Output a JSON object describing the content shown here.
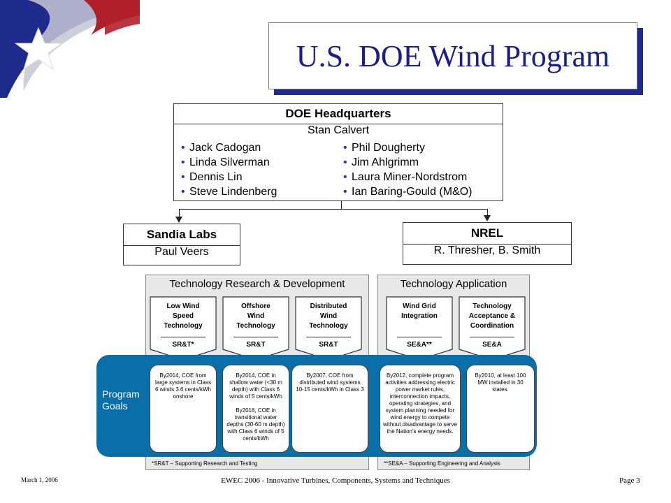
{
  "title": "U.S. DOE Wind Program",
  "headquarters": {
    "heading": "DOE Headquarters",
    "lead": "Stan Calvert",
    "people_left": [
      "Jack Cadogan",
      "Linda Silverman",
      "Dennis Lin",
      "Steve Lindenberg"
    ],
    "people_right": [
      "Phil Dougherty",
      "Jim Ahlgrimm",
      "Laura Miner-Nordstrom",
      "Ian Baring-Gould (M&O)"
    ]
  },
  "labs": {
    "sandia": {
      "heading": "Sandia Labs",
      "lead": "Paul Veers"
    },
    "nrel": {
      "heading": "NREL",
      "lead": "R. Thresher, B. Smith"
    }
  },
  "research_panel": {
    "title": "Technology Research & Development",
    "note": "*SR&T – Supporting Research and Testing",
    "items": [
      {
        "lines": [
          "Low Wind",
          "Speed",
          "Technology"
        ],
        "code": "SR&T*"
      },
      {
        "lines": [
          "Offshore",
          "Wind",
          "Technology"
        ],
        "code": "SR&T"
      },
      {
        "lines": [
          "Distributed",
          "Wind",
          "Technology"
        ],
        "code": "SR&T"
      }
    ]
  },
  "application_panel": {
    "title": "Technology Application",
    "note": "**SE&A – Supporting Engineering and Analysis",
    "items": [
      {
        "lines": [
          "Wind Grid",
          "Integration"
        ],
        "code": "SE&A**"
      },
      {
        "lines": [
          "Technology",
          "Acceptance &",
          "Coordination"
        ],
        "code": "SE&A"
      }
    ]
  },
  "program_goals": {
    "label_lines": [
      "Program",
      "Goals"
    ],
    "cards": [
      "By2014, COE from large systems in Class 6 winds 3.6 cents/kWh onshore",
      "By2014, COE in shallow water (<30 m depth) with Class 6 winds of 5 cents/kWh\n\nBy2016, COE in transitional water depths (30-60 m depth) with Class 6 winds of 5 cents/kWh",
      "By2007, COE from distributed wind systems 10-15 cents/kWh in Class 3",
      "By2012, complete program activities addressing electric power market rules, interconnection impacts, operating strategies, and system planning needed for wind energy to compete without disadvantage to serve the Nation's energy needs.",
      "By2010, at least 100 MW installed in 30 states."
    ]
  },
  "footer": {
    "date": "March 1, 2006",
    "event": "EWEC 2006 - Innovative Turbines, Components, Systems and Techniques",
    "page": "Page 3"
  },
  "colors": {
    "title_text": "#1a1f8c",
    "title_shadow": "#1f2b8c",
    "goals_band": "#0a6fa8",
    "panel_bg": "#e8e8e8",
    "flag_red": "#b0202a",
    "flag_blue": "#1f2b8c"
  }
}
